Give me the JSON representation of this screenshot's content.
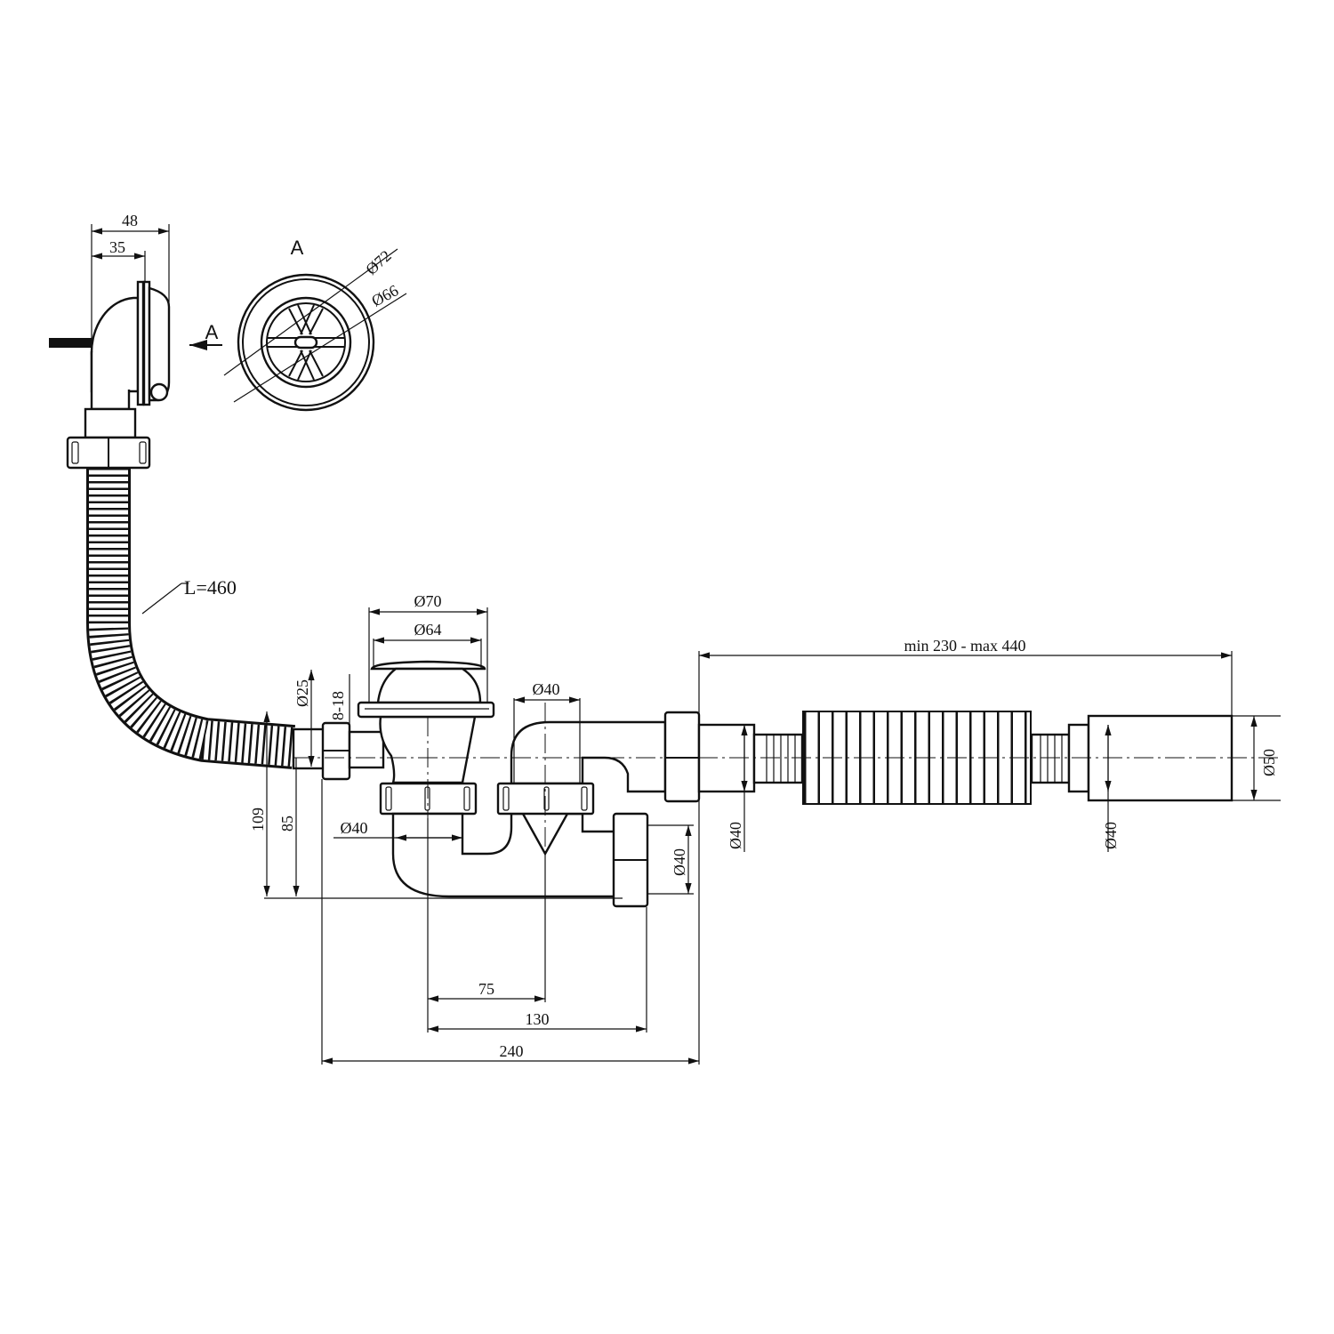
{
  "drawing": {
    "overflow": {
      "dim_total": "48",
      "dim_depth": "35",
      "view_arrow_label": "A"
    },
    "view_a": {
      "title": "A",
      "dia_outer": "Ø72",
      "dia_inner": "Ø66"
    },
    "hose": {
      "length_label": "L=460"
    },
    "trap": {
      "plug_dia_outer": "Ø70",
      "plug_dia_inner": "Ø64",
      "inlet_dia": "Ø25",
      "flange_thickness": "8-18",
      "riser_dia": "Ø40",
      "height_total": "109",
      "height_inlet": "85",
      "outlet_down_dia": "Ø40",
      "side_outlet_dia": "Ø40",
      "dim_75": "75",
      "dim_130": "130",
      "dim_240": "240"
    },
    "extension": {
      "length_range": "min 230 - max 440",
      "inlet_dia": "Ø40",
      "outlet_inner_dia": "Ø40",
      "outlet_dia": "Ø50"
    }
  },
  "colors": {
    "line": "#111111",
    "background": "#ffffff"
  }
}
